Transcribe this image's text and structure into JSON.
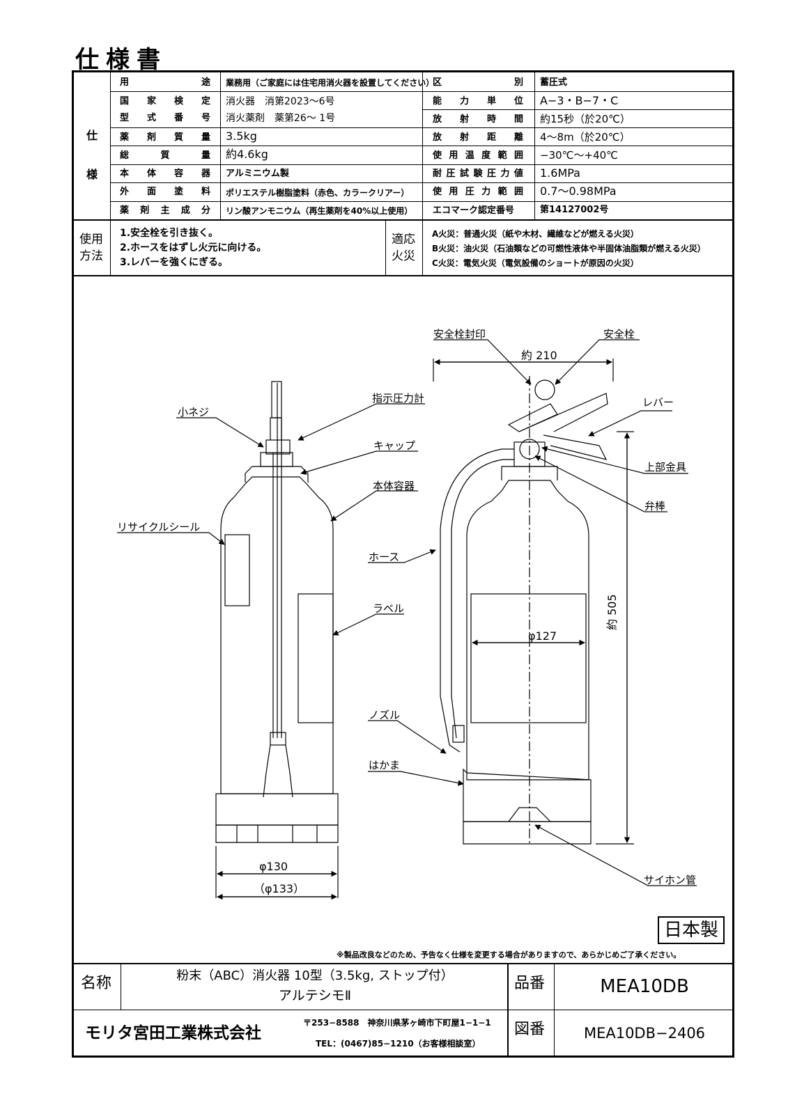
{
  "doc_title": "仕様書",
  "spec_side_label": [
    "仕",
    "様"
  ],
  "spec_rows": [
    {
      "label": "用途",
      "value": "業務用（ご家庭には住宅用消火器を設置してください）",
      "label2": "区別",
      "value2": "蓄圧式"
    },
    {
      "label": "国家検定",
      "value": "消火器　消第2023～6号",
      "label2": "能力単位",
      "value2": "A−3・B−7・C"
    },
    {
      "label": "型式番号",
      "value": "消火薬剤　薬第26～ 1号",
      "label2": "放射時間",
      "value2": "約15秒（於20℃）"
    },
    {
      "label": "薬剤質量",
      "value": "3.5kg",
      "label2": "放射距離",
      "value2": "4～8m（於20℃）"
    },
    {
      "label": "総質量",
      "value": "約4.6kg",
      "label2": "使用温度範囲",
      "value2": "−30℃～+40℃"
    },
    {
      "label": "本体容器",
      "value": "アルミニウム製",
      "label2": "耐圧試験圧力値",
      "value2": "1.6MPa"
    },
    {
      "label": "外面塗料",
      "value": "ポリエステル樹脂塗料（赤色、カラークリアー）",
      "label2": "使用圧力範囲",
      "value2": "0.7～0.98MPa"
    },
    {
      "label": "薬剤主成分",
      "value": "リン酸アンモニウム（再生薬剤を40%以上使用）",
      "label2": "エコマーク認定番号",
      "value2": "第14127002号"
    }
  ],
  "usage": {
    "label": [
      "使用",
      "方法"
    ],
    "steps": [
      "1.安全栓を引き抜く。",
      "2.ホースをはずし火元に向ける。",
      "3.レバーを強くにぎる。"
    ]
  },
  "fire": {
    "label": [
      "適応",
      "火災"
    ],
    "items": [
      "A火災：普通火災（紙や木材、繊維などが燃える火災）",
      "B火災：油火災（石油類などの可燃性液体や半固体油脂類が燃える火災）",
      "C火災：電気火災（電気設備のショートが原因の火災）"
    ]
  },
  "drawing_labels": {
    "small_screw": "小ネジ",
    "indicator": "指示圧力計",
    "cap": "キャップ",
    "body": "本体容器",
    "recycle_seal": "リサイクルシール",
    "label": "ラベル",
    "seal": "安全栓封印",
    "safety_pin": "安全栓",
    "lever": "レバー",
    "upper_fitting": "上部金具",
    "valve_rod": "弁棒",
    "hose": "ホース",
    "nozzle": "ノズル",
    "hakama": "はかま",
    "siphon": "サイホン管"
  },
  "dimensions": {
    "width": "約 210",
    "height": "約 505",
    "diameter_body": "φ127",
    "diameter_base": "φ130",
    "diameter_base_paren": "（φ133）"
  },
  "made_in": "日本製",
  "notice": "※製品改良などのため、予告なく仕様を変更する場合がありますので、あらかじめご了承ください。",
  "footer": {
    "name_label": "名称",
    "name_line1": "粉末（ABC）消火器 10型（3.5kg, ストップ付）",
    "name_line2": "アルテシモⅡ",
    "part_label": "品番",
    "part_value": "MEA10DB",
    "company": "モリタ宮田工業株式会社",
    "address": "〒253−8588　神奈川県茅ヶ崎市下町屋1−1−1",
    "tel": "TEL：(0467)85−1210（お客様相談室）",
    "drawing_label": "図番",
    "drawing_value": "MEA10DB−2406"
  }
}
